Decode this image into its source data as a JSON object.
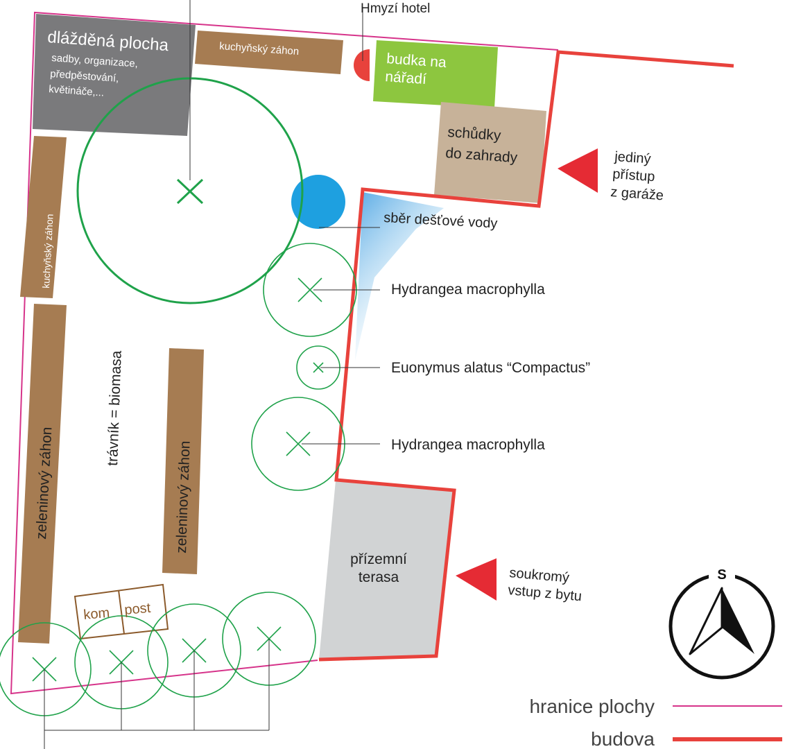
{
  "labels": {
    "paved_area_title": "dlážděná plocha",
    "paved_area_line1": "sadby, organizace,",
    "paved_area_line2": "předpěstování,",
    "paved_area_line3": "květináče,...",
    "kitchen_bed_top": "kuchyňský záhon",
    "kitchen_bed_left": "kuchyňský záhon",
    "insect_hotel": "Hmyzí hotel",
    "tool_shed_line1": "budka na",
    "tool_shed_line2": "nářadí",
    "steps_line1": "schůdky",
    "steps_line2": "do zahrady",
    "garage_access_line1": "jediný",
    "garage_access_line2": "přístup",
    "garage_access_line3": "z garáže",
    "rainwater": "sběr dešťové vody",
    "plant_1": "Hydrangea macrophylla",
    "plant_2": "Euonymus alatus “Compactus”",
    "plant_3": "Hydrangea macrophylla",
    "lawn": "trávník = biomasa",
    "veg_bed_left": "zeleninový záhon",
    "veg_bed_mid": "zeleninový záhon",
    "terrace_line1": "přízemní",
    "terrace_line2": "terasa",
    "private_entry_line1": "soukromý",
    "private_entry_line2": "vstup z bytu",
    "compost_part1": "kom",
    "compost_part2": "post",
    "compass": "S"
  },
  "legend": {
    "boundary": "hranice plochy",
    "building": "budova"
  },
  "colors": {
    "boundary": "#d6338a",
    "building": "#e8423c",
    "bed": "#a67c52",
    "paved": "#7a7a7c",
    "shed": "#8dc63f",
    "steps": "#c7b299",
    "terrace": "#d1d3d4",
    "plant": "#1fa24a",
    "water": "#1ea0e0",
    "arrow": "#e52b34"
  },
  "icons": {
    "compass": "compass-icon",
    "arrow": "red-triangle-arrow-icon"
  }
}
